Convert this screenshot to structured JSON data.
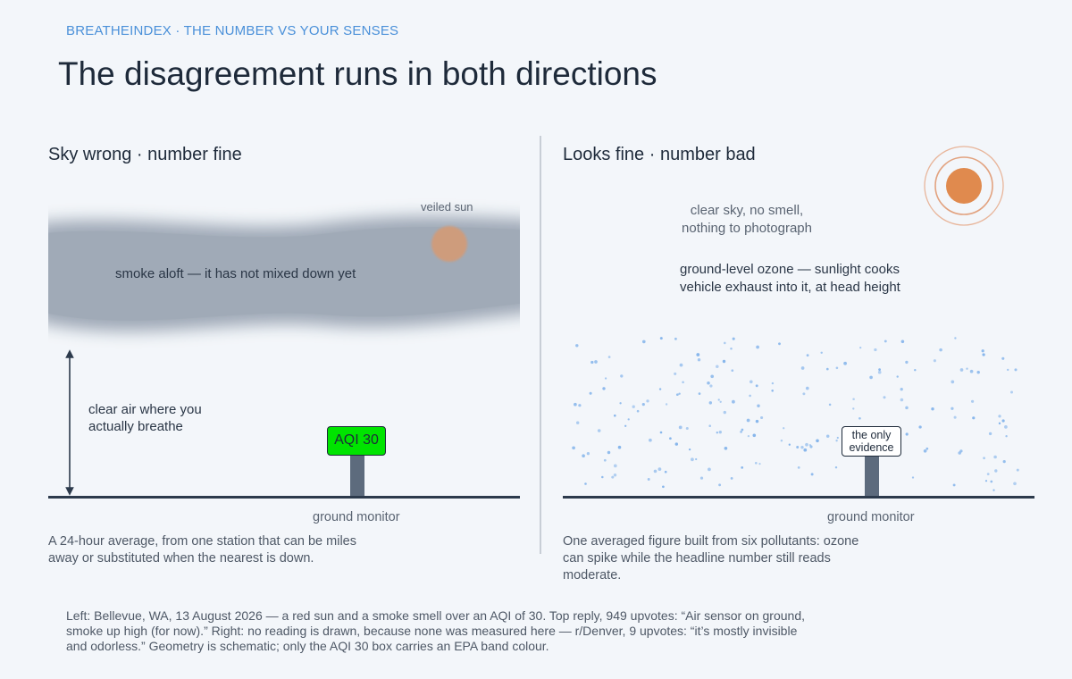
{
  "header": {
    "eyebrow": "BREATHEINDEX · THE NUMBER VS YOUR SENSES",
    "title": "The disagreement runs in both directions"
  },
  "left_panel": {
    "title": "Sky wrong · number fine",
    "sun_label": "veiled sun",
    "smoke_label": "smoke aloft — it has not mixed down yet",
    "clear_air_label": [
      "clear air where you",
      "actually breathe"
    ],
    "aqi_box": "AQI 30",
    "aqi_box_color": "#00e400",
    "monitor_label": "ground monitor",
    "caption": [
      "A 24-hour average, from one station that can be miles",
      "away or substituted when the nearest is down."
    ]
  },
  "right_panel": {
    "title": "Looks fine · number bad",
    "sky_label": [
      "clear sky, no smell,",
      "nothing to photograph"
    ],
    "ozone_label": [
      "ground-level ozone — sunlight cooks",
      "vehicle exhaust into it, at head height"
    ],
    "evidence_box": [
      "the only",
      "evidence"
    ],
    "monitor_label": "ground monitor",
    "caption": [
      "One averaged figure built from six pollutants: ozone",
      "can spike while the headline number still reads",
      "moderate."
    ]
  },
  "footnote": "Left: Bellevue, WA, 13 August 2026 — a red sun and a smoke smell over an AQI of 30. Top reply, 949 upvotes: “Air sensor on ground, smoke up high (for now).” Right: no reading is drawn, because none was measured here — r/Denver, 9 upvotes: “it’s mostly invisible and odorless.” Geometry is schematic; only the AQI 30 box carries an EPA band colour.",
  "colors": {
    "accent": "#4a90d9",
    "sun": "#e08a4e",
    "smoke": "#9aa4b2",
    "ozone_dots": "#7fb1ea",
    "ground": "#2c3a4c"
  },
  "icons": {
    "left_sun": "veiled-sun-icon",
    "right_sun": "bright-sun-icon",
    "arrow": "double-arrow-icon"
  }
}
